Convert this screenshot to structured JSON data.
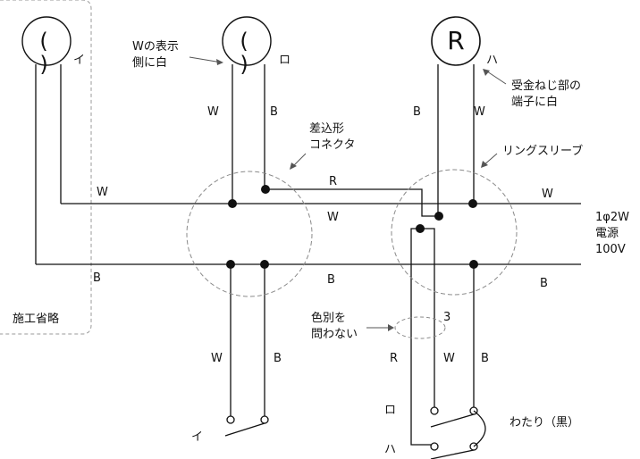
{
  "labels": {
    "omitted": "施工省略",
    "w_display_note": "Wの表示\n側に白",
    "terminal_note": "受金ねじ部の\n端子に白",
    "connector_note": "差込形\nコネクタ",
    "ring_sleeve_note": "リングスリーブ",
    "color_note": "色別を\n問わない",
    "jumper_note": "わたり（黒）",
    "source_line1": "1φ2W",
    "source_line2": "電源",
    "source_line3": "100V",
    "sleeve_count": "3"
  },
  "lamps": [
    {
      "id": "i",
      "symbol": "(  )",
      "label": "イ"
    },
    {
      "id": "ro",
      "symbol": "(  )",
      "label": "ロ"
    },
    {
      "id": "ha",
      "symbol": "R",
      "label": "ハ"
    }
  ],
  "switch_labels": {
    "i": "イ",
    "ro": "ロ",
    "ha": "ハ"
  },
  "wire_labels": {
    "lamp_ro_left": "W",
    "lamp_ro_right": "B",
    "lamp_ha_left": "B",
    "lamp_ha_right": "W",
    "top_w_left": "W",
    "red_wire": "R",
    "top_w_mid": "W",
    "top_w_right": "W",
    "bottom_b_left": "B",
    "bottom_b_mid": "B",
    "bottom_b_right": "B",
    "sw_i_left": "W",
    "sw_i_right": "B",
    "sw_r": "R",
    "sw_w": "W",
    "sw_b": "B"
  },
  "colors": {
    "line": "#111111",
    "dashed": "#888888"
  }
}
